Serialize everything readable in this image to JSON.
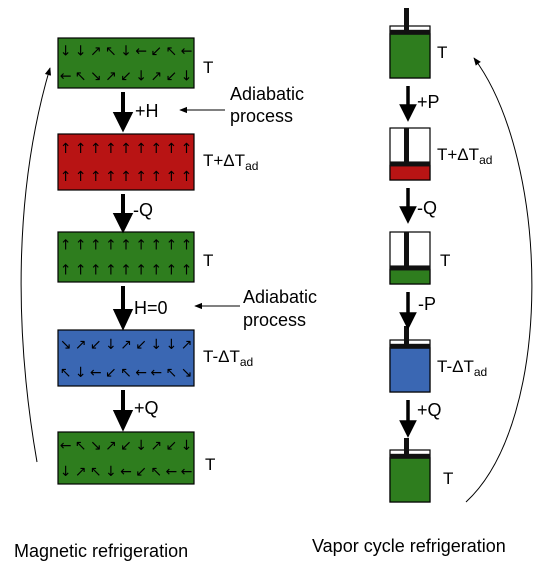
{
  "magnetic": {
    "caption": "Magnetic refrigeration",
    "stages": [
      {
        "temp_main": "T",
        "temp_sub": "",
        "color": "#2e7d1e",
        "pattern": "random"
      },
      {
        "temp_main": "T+ΔT",
        "temp_sub": "ad",
        "color": "#b81414",
        "pattern": "aligned"
      },
      {
        "temp_main": "T",
        "temp_sub": "",
        "color": "#2e7d1e",
        "pattern": "aligned"
      },
      {
        "temp_main": "T-ΔT",
        "temp_sub": "ad",
        "color": "#3a67b3",
        "pattern": "random"
      },
      {
        "temp_main": "T",
        "temp_sub": "",
        "color": "#2e7d1e",
        "pattern": "random"
      }
    ],
    "steps": [
      "+H",
      "-Q",
      "H=0",
      "+Q"
    ],
    "notes": [
      {
        "line1": "Adiabatic",
        "line2": "process"
      },
      {
        "line1": "Adiabatic",
        "line2": "process"
      }
    ]
  },
  "vapor": {
    "caption": "Vapor cycle refrigeration",
    "stages": [
      {
        "temp_main": "T",
        "temp_sub": "",
        "fill_color": "#2e7d1e",
        "fill_level": 0.85
      },
      {
        "temp_main": "T+ΔT",
        "temp_sub": "ad",
        "fill_color": "#b81414",
        "fill_level": 0.28
      },
      {
        "temp_main": "T",
        "temp_sub": "",
        "fill_color": "#2e7d1e",
        "fill_level": 0.28
      },
      {
        "temp_main": "T-ΔT",
        "temp_sub": "ad",
        "fill_color": "#3a67b3",
        "fill_level": 0.85
      },
      {
        "temp_main": "T",
        "temp_sub": "",
        "fill_color": "#2e7d1e",
        "fill_level": 0.85
      }
    ],
    "steps": [
      "+P",
      "-Q",
      "-P",
      "+Q"
    ]
  },
  "arrow_glyphs": {
    "random": [
      "↓",
      "←",
      "↖",
      "↗",
      "↖",
      "←",
      "↙",
      "↓",
      "↙",
      "↘",
      "↙",
      "↓",
      "←",
      "↓",
      "↗",
      "↖",
      "↗"
    ],
    "aligned": [
      "↑"
    ]
  }
}
